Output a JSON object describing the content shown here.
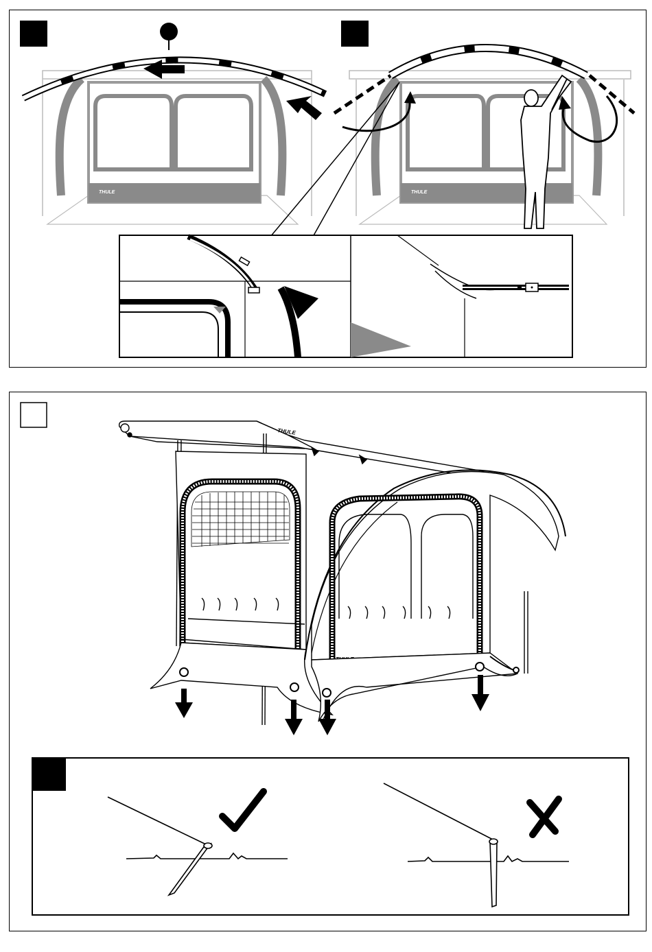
{
  "brand": {
    "logo_text": "THULE"
  },
  "colors": {
    "ink": "#111111",
    "tent_grey": "#8a8a8a",
    "light_grey": "#cfcfcf",
    "floor_grey": "#9a9a9a",
    "white": "#ffffff"
  },
  "panels": [
    {
      "id": "step-a",
      "marker": "black-square-label",
      "contents": [
        "pole-insertion-arrows",
        "numbered-dot"
      ]
    },
    {
      "id": "step-b",
      "marker": "black-square-label",
      "contents": [
        "person-fitting-pole",
        "curved-rotation-arrows"
      ]
    },
    {
      "id": "detail-inset",
      "marker": "none",
      "contents": [
        "pole-sleeve-closeup",
        "pole-end-closeup"
      ]
    },
    {
      "id": "step-c",
      "marker": "white-square-label",
      "contents": [
        "awning-tent",
        "zipper-down-arrows"
      ]
    },
    {
      "id": "step-d",
      "marker": "black-square-label",
      "contents": [
        "correct-peg-angle",
        "incorrect-peg-vertical"
      ]
    }
  ],
  "icons": {
    "correct": "check-mark-icon",
    "incorrect": "cross-mark-icon",
    "direction": "arrow-icon"
  }
}
